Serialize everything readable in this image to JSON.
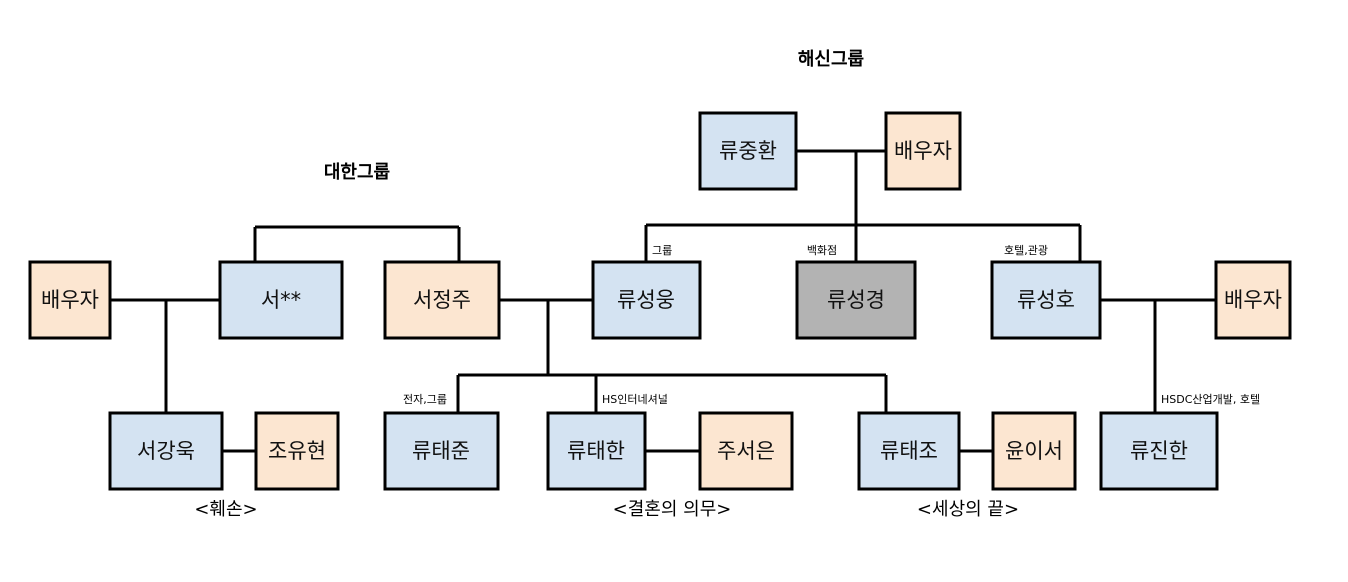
{
  "titles": {
    "haesin": "해신그룹",
    "daehan": "대한그룹"
  },
  "colors": {
    "blue": "#d4e3f2",
    "peach": "#fce6d1",
    "gray": "#b3b3b3"
  },
  "nodes": {
    "ryu_junghwan": {
      "label": "류중환",
      "color": "blue"
    },
    "haesin_spouse": {
      "label": "배우자",
      "color": "peach"
    },
    "ryu_seongwoong": {
      "label": "류성웅",
      "color": "blue"
    },
    "ryu_seonggyeong": {
      "label": "류성경",
      "color": "gray"
    },
    "ryu_seongho": {
      "label": "류성호",
      "color": "blue"
    },
    "seongho_spouse": {
      "label": "배우자",
      "color": "peach"
    },
    "daehan_spouse": {
      "label": "배우자",
      "color": "peach"
    },
    "seo_xx": {
      "label": "서**",
      "color": "blue"
    },
    "seo_jeongju": {
      "label": "서정주",
      "color": "peach"
    },
    "seo_kanguk": {
      "label": "서강욱",
      "color": "blue"
    },
    "jo_yuhyeon": {
      "label": "조유현",
      "color": "peach"
    },
    "ryu_taejun": {
      "label": "류태준",
      "color": "blue"
    },
    "ryu_taehan": {
      "label": "류태한",
      "color": "blue"
    },
    "ju_seoeun": {
      "label": "주서은",
      "color": "peach"
    },
    "ryu_taejo": {
      "label": "류태조",
      "color": "blue"
    },
    "yun_iseo": {
      "label": "윤이서",
      "color": "peach"
    },
    "ryu_jinhan": {
      "label": "류진한",
      "color": "blue"
    }
  },
  "edge_labels": {
    "seongwoong": "그룹",
    "seonggyeong": "백화점",
    "seongho": "호텔,관광",
    "taejun": "전자,그룹",
    "taehan": "HS인터네셔널",
    "jinhan": "HSDC산업개발, 호텔"
  },
  "captions": {
    "damage": "<훼손>",
    "marriage": "<결혼의 의무>",
    "world_end": "<세상의 끝>"
  }
}
